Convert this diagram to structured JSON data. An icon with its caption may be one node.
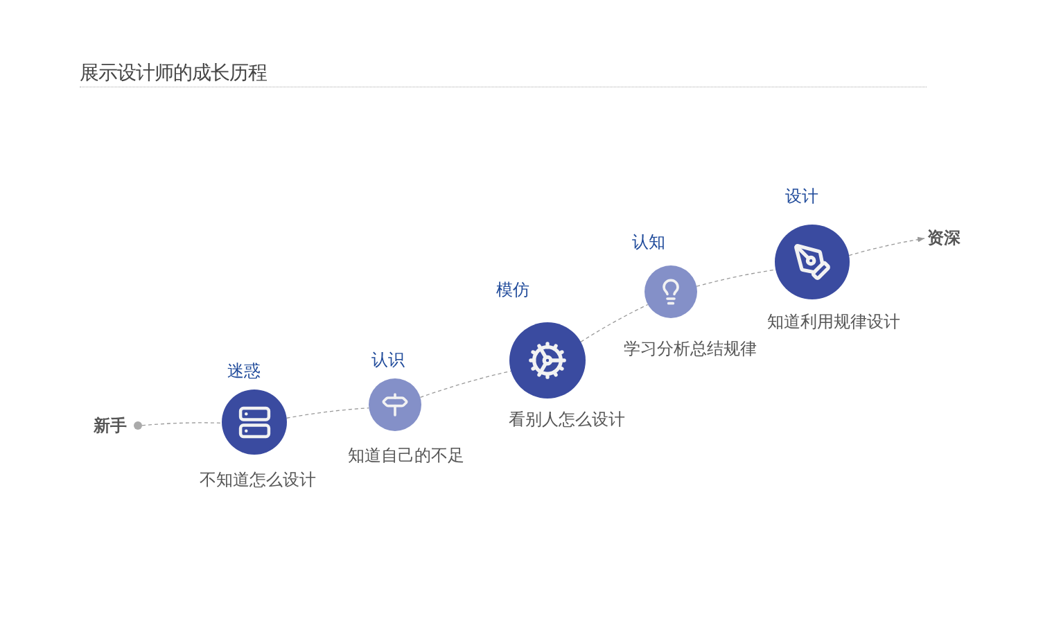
{
  "diagram": {
    "title": "展示设计师的成长历程",
    "nodes": [
      {
        "text": [],
        "shape": "circle",
        "beside": [
          "新手"
        ]
      },
      {
        "text": [
          "迷惑",
          "不知道怎么设计"
        ]
      },
      {
        "text": [
          "认识",
          "知道自己的不足"
        ]
      },
      {
        "text": [
          "模仿",
          "看别人怎么设计"
        ]
      },
      {
        "text": [
          "认知",
          "学习分析总结规律"
        ]
      },
      {
        "text": [
          "设计",
          "知道利用规律设计"
        ]
      },
      {
        "text": [
          "资深"
        ]
      }
    ],
    "edges": [
      {
        "from": 0,
        "to": 1,
        "arrow": "none",
        "style": "dashed"
      },
      {
        "from": 1,
        "to": 2,
        "arrow": "none",
        "style": "dashed"
      },
      {
        "from": 2,
        "to": 3,
        "arrow": "none",
        "style": "dashed"
      },
      {
        "from": 3,
        "to": 4,
        "arrow": "none",
        "style": "dashed"
      },
      {
        "from": 4,
        "to": 5,
        "arrow": "none",
        "style": "dashed"
      },
      {
        "from": 5,
        "to": 6,
        "arrow": "to",
        "style": "dashed"
      }
    ]
  }
}
